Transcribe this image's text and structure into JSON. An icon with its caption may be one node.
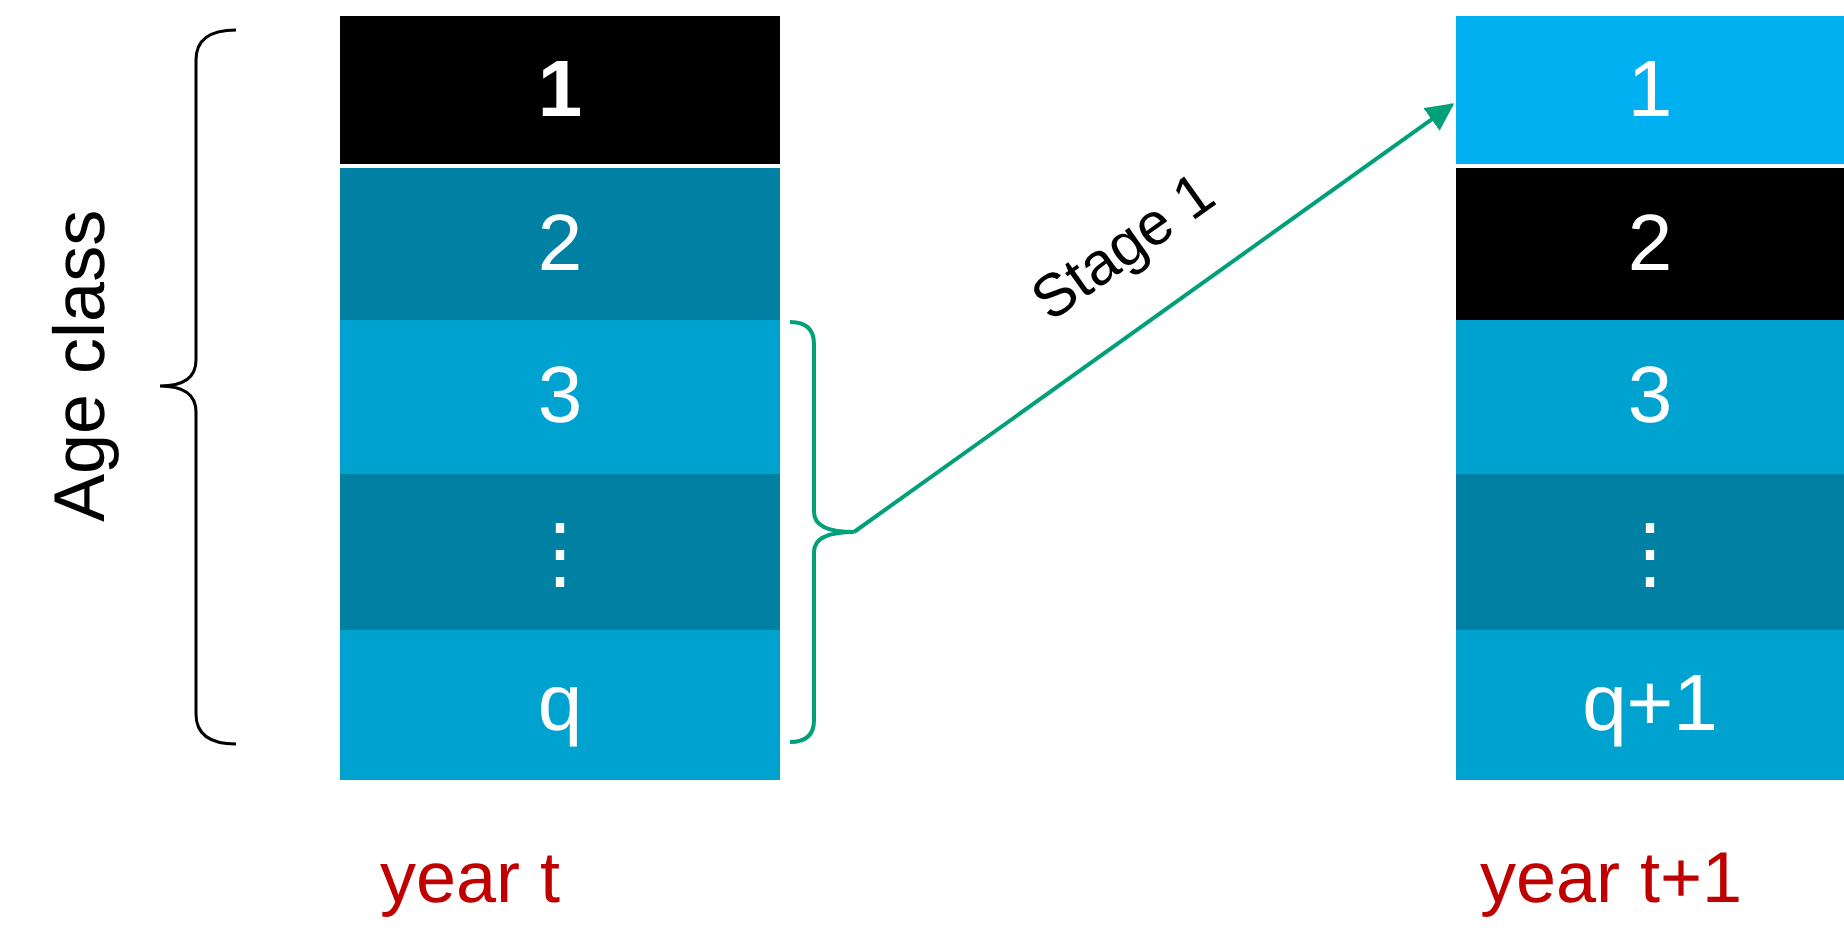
{
  "diagram": {
    "nodes": [
      {
        "text": [
          "1"
        ]
      },
      {
        "text": [
          "2"
        ]
      },
      {
        "text": [
          "3"
        ]
      },
      {
        "text": [
          "⋮"
        ]
      },
      {
        "text": [
          "q"
        ]
      },
      {
        "text": [],
        "shape": "bracket"
      },
      {
        "text": [
          "1"
        ]
      },
      {
        "text": [
          "2"
        ]
      },
      {
        "text": [
          "3"
        ]
      },
      {
        "text": [
          "⋮"
        ]
      },
      {
        "text": [
          "q+1"
        ]
      }
    ],
    "edges": [
      {
        "from": 5,
        "to": 6,
        "arrow": "to",
        "label": "Stage 1"
      }
    ],
    "labels": [
      "Age class",
      "year t",
      "year t+1"
    ]
  }
}
